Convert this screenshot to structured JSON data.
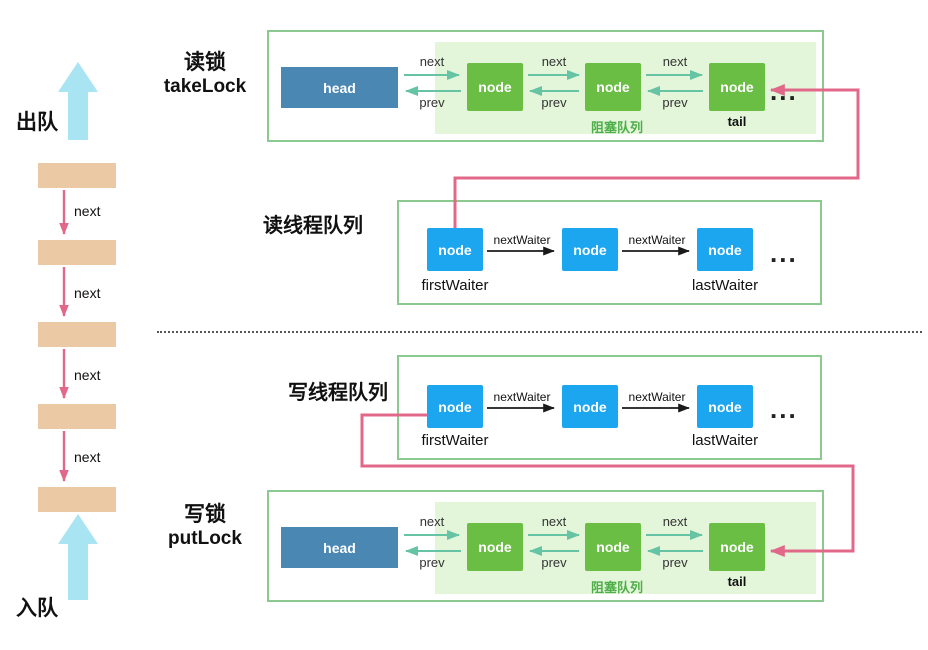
{
  "left_queue": {
    "dequeue_label": "出队",
    "enqueue_label": "入队",
    "next_label": "next"
  },
  "take_lock": {
    "title": "读锁",
    "subtitle": "takeLock"
  },
  "put_lock": {
    "title": "写锁",
    "subtitle": "putLock"
  },
  "read_thread_queue": {
    "title": "读线程队列"
  },
  "write_thread_queue": {
    "title": "写线程队列"
  },
  "lock_queue": {
    "head_label": "head",
    "node_label": "node",
    "next_label": "next",
    "prev_label": "prev",
    "tail_label": "tail",
    "region_label": "阻塞队列",
    "ellipsis": "..."
  },
  "thread_queue": {
    "node_label": "node",
    "link_label": "nextWaiter",
    "first_label": "firstWaiter",
    "last_label": "lastWaiter",
    "ellipsis": "..."
  },
  "colors": {
    "green_node": "#6abe44",
    "blue_node": "#1ca6f0",
    "head_blue": "#4b87b3",
    "border_green": "#8bc98f",
    "region_green": "#e3f6da",
    "pink_arrow": "#e2688a",
    "teal_arrow": "#66c4a5",
    "cyan_arrow": "#a8e4f2",
    "tan_block": "#eac9a4"
  }
}
